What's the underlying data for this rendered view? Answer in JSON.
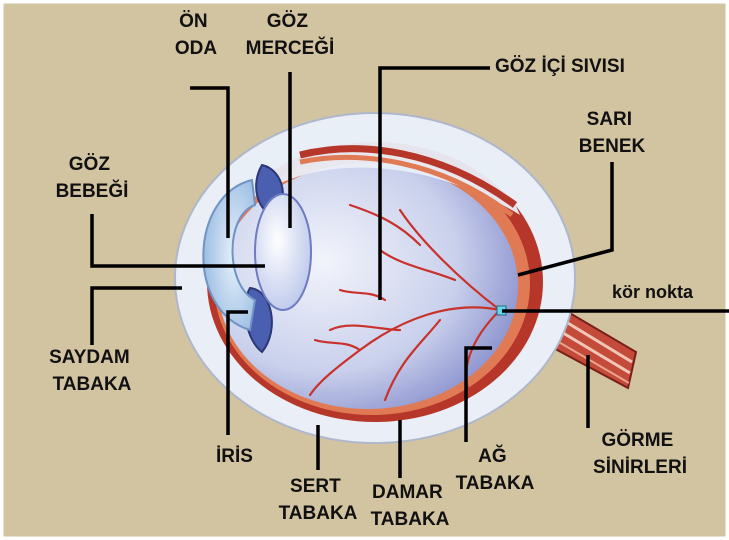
{
  "labels": {
    "on_oda": [
      "ÖN",
      "ODA"
    ],
    "goz_mercegi": [
      "GÖZ",
      "MERCEĞİ"
    ],
    "goz_ici_sivisi": [
      "GÖZ İÇİ SIVISI"
    ],
    "sari_benek": [
      "SARI",
      "BENEK"
    ],
    "goz_bebegi": [
      "GÖZ",
      "BEBEĞİ"
    ],
    "kor_nokta": [
      "kör nokta"
    ],
    "saydam_tabaka": [
      "SAYDAM",
      "TABAKA"
    ],
    "iris": [
      "İRİS"
    ],
    "sert_tabaka": [
      "SERT",
      "TABAKA"
    ],
    "damar_tabaka": [
      "DAMAR",
      "TABAKA"
    ],
    "ag_tabaka": [
      "AĞ",
      "TABAKA"
    ],
    "gorme_sinirleri": [
      "GÖRME",
      "SİNİRLERİ"
    ]
  },
  "colors": {
    "background": "#d2c3a1",
    "sclera": "#e9eef7",
    "choroid": "#c0392b",
    "retina": "#e07a55",
    "vitreous": "#dde2f4",
    "lens": "#e8eefc",
    "iris": "#4a5fb0",
    "cornea": "#b9d3ee",
    "blind_spot": "#66d6ec"
  }
}
